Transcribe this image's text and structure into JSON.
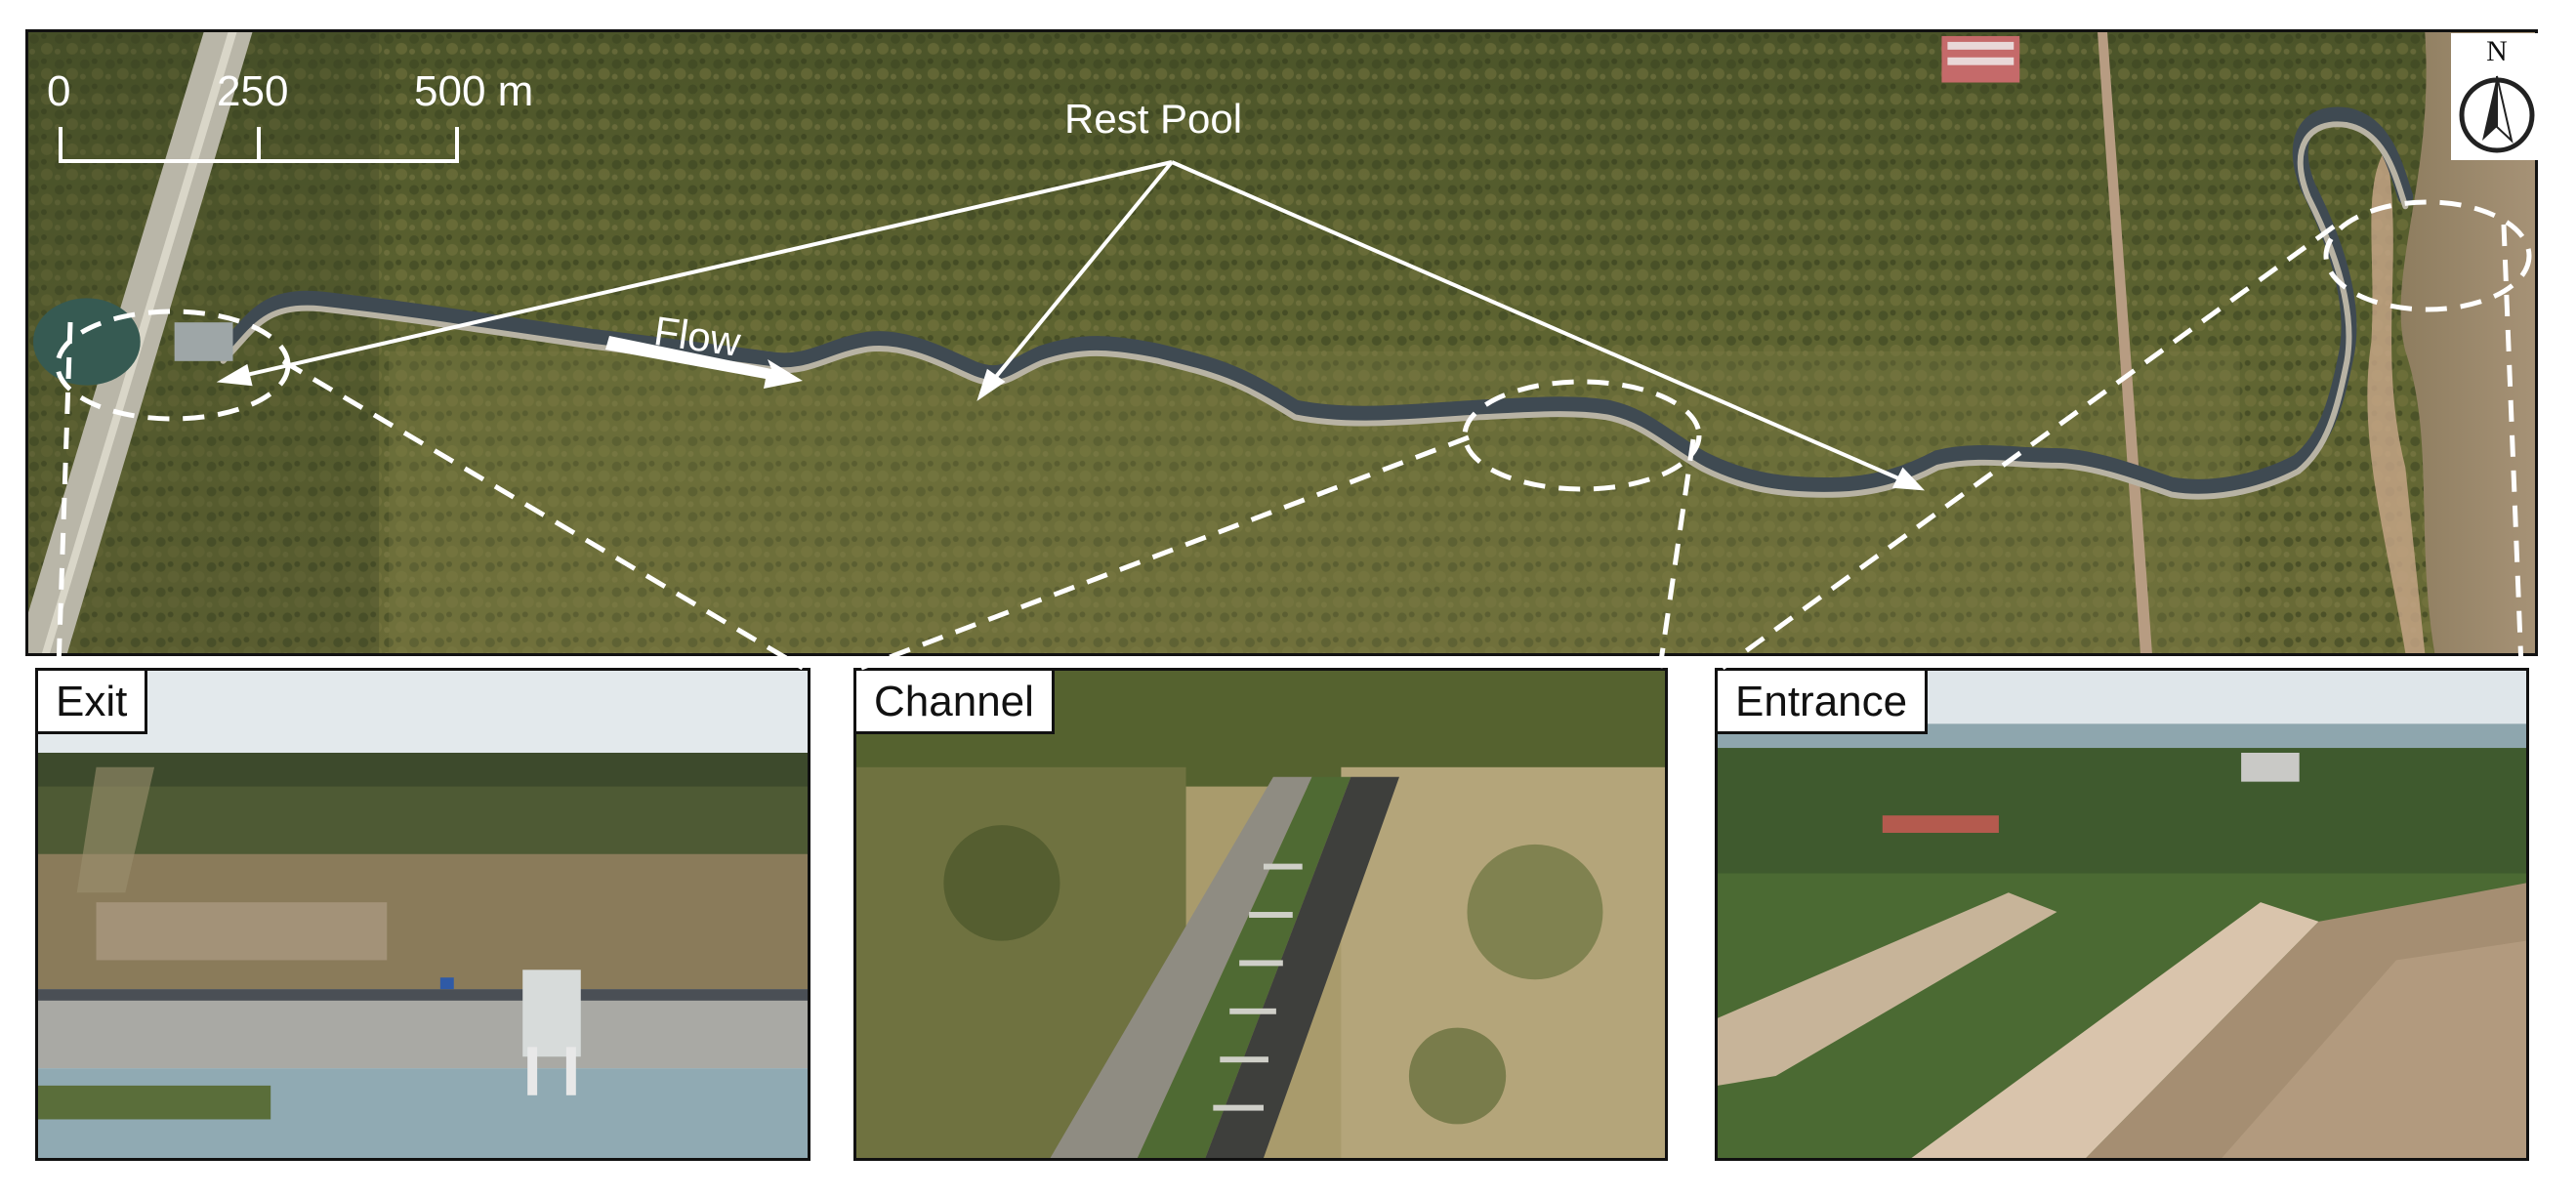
{
  "scale_bar": {
    "tick_0": "0",
    "tick_250": "250",
    "tick_500": "500 m"
  },
  "annotations": {
    "rest_pool": "Rest Pool",
    "flow": "Flow",
    "north": "N"
  },
  "insets": {
    "exit": "Exit",
    "channel": "Channel",
    "entrance": "Entrance"
  },
  "colors": {
    "forest_dark": "#3f4a25",
    "forest_mid": "#6d7238",
    "water": "#9b8a6c",
    "sky": "#dde6ea",
    "annotation": "#ffffff"
  }
}
